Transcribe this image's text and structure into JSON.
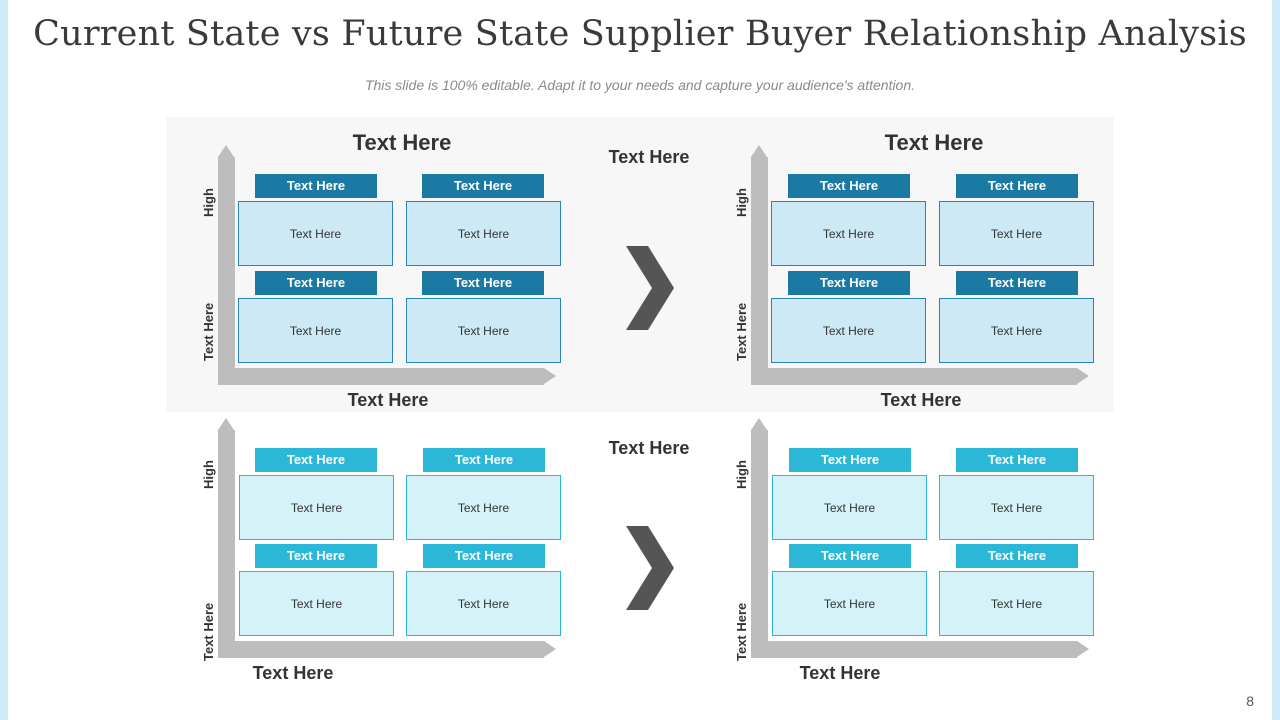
{
  "title": "Current State vs Future State Supplier Buyer Relationship Analysis",
  "subtitle": "This slide is 100% editable. Adapt it to your needs and capture your audience's attention.",
  "page_number": "8",
  "arrow_icon": "chevron-right-icon",
  "colors": {
    "dark_header": "#1b7aa3",
    "light_header": "#2ab7d8",
    "axis": "#bdbdbd",
    "chevron": "#555555"
  },
  "rows": [
    {
      "middle_label": "Text Here",
      "left": {
        "title": "Text Here",
        "x_label": "Text Here",
        "y_high": "High",
        "y_label": "Text Here",
        "cells": [
          {
            "header": "Text Here",
            "body": "Text Here"
          },
          {
            "header": "Text Here",
            "body": "Text Here"
          },
          {
            "header": "Text Here",
            "body": "Text Here"
          },
          {
            "header": "Text Here",
            "body": "Text Here"
          }
        ]
      },
      "right": {
        "title": "Text Here",
        "x_label": "Text Here",
        "y_high": "High",
        "y_label": "Text Here",
        "cells": [
          {
            "header": "Text Here",
            "body": "Text Here"
          },
          {
            "header": "Text Here",
            "body": "Text Here"
          },
          {
            "header": "Text Here",
            "body": "Text Here"
          },
          {
            "header": "Text Here",
            "body": "Text Here"
          }
        ]
      }
    },
    {
      "middle_label": "Text Here",
      "left": {
        "x_label": "Text Here",
        "y_high": "High",
        "y_label": "Text Here",
        "cells": [
          {
            "header": "Text Here",
            "body": "Text Here"
          },
          {
            "header": "Text Here",
            "body": "Text Here"
          },
          {
            "header": "Text Here",
            "body": "Text Here"
          },
          {
            "header": "Text Here",
            "body": "Text Here"
          }
        ]
      },
      "right": {
        "x_label": "Text Here",
        "y_high": "High",
        "y_label": "Text Here",
        "cells": [
          {
            "header": "Text Here",
            "body": "Text Here"
          },
          {
            "header": "Text Here",
            "body": "Text Here"
          },
          {
            "header": "Text Here",
            "body": "Text Here"
          },
          {
            "header": "Text Here",
            "body": "Text Here"
          }
        ]
      }
    }
  ]
}
